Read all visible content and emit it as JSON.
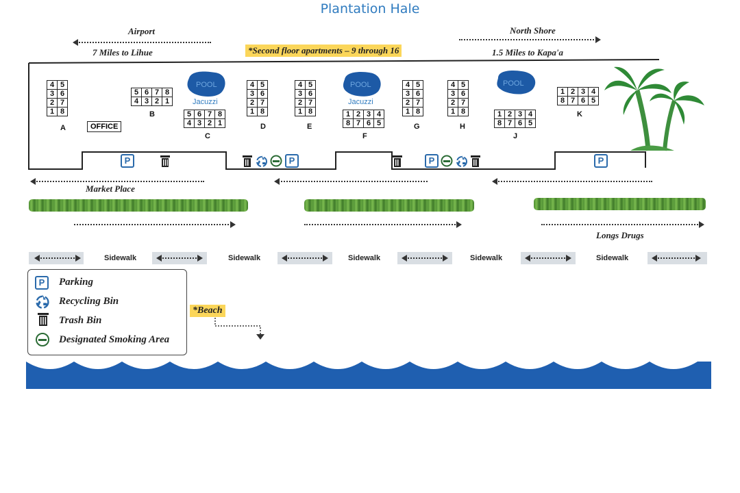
{
  "title": "Plantation Hale",
  "directions": {
    "airport": "Airport",
    "miles_lihue": "7 Miles to Lihue",
    "north_shore": "North Shore",
    "miles_kapaa": "1.5 Miles to Kapa'a",
    "second_floor": "*Second floor apartments – 9 through 16",
    "market_place": "Market Place",
    "longs_drugs": "Longs Drugs",
    "beach": "*Beach"
  },
  "buildings": [
    {
      "label": "A",
      "rows": [
        [
          "4",
          "5"
        ],
        [
          "3",
          "6"
        ],
        [
          "2",
          "7"
        ],
        [
          "1",
          "8"
        ]
      ]
    },
    {
      "label": "B",
      "rows": [
        [
          "5",
          "6",
          "7",
          "8"
        ],
        [
          "4",
          "3",
          "2",
          "1"
        ]
      ]
    },
    {
      "label": "C",
      "rows": [
        [
          "5",
          "6",
          "7",
          "8"
        ],
        [
          "4",
          "3",
          "2",
          "1"
        ]
      ]
    },
    {
      "label": "D",
      "rows": [
        [
          "4",
          "5"
        ],
        [
          "3",
          "6"
        ],
        [
          "2",
          "7"
        ],
        [
          "1",
          "8"
        ]
      ]
    },
    {
      "label": "E",
      "rows": [
        [
          "4",
          "5"
        ],
        [
          "3",
          "6"
        ],
        [
          "2",
          "7"
        ],
        [
          "1",
          "8"
        ]
      ]
    },
    {
      "label": "F",
      "rows": [
        [
          "1",
          "2",
          "3",
          "4"
        ],
        [
          "8",
          "7",
          "6",
          "5"
        ]
      ]
    },
    {
      "label": "G",
      "rows": [
        [
          "4",
          "5"
        ],
        [
          "3",
          "6"
        ],
        [
          "2",
          "7"
        ],
        [
          "1",
          "8"
        ]
      ]
    },
    {
      "label": "H",
      "rows": [
        [
          "4",
          "5"
        ],
        [
          "3",
          "6"
        ],
        [
          "2",
          "7"
        ],
        [
          "1",
          "8"
        ]
      ]
    },
    {
      "label": "J",
      "rows": [
        [
          "1",
          "2",
          "3",
          "4"
        ],
        [
          "8",
          "7",
          "6",
          "5"
        ]
      ]
    },
    {
      "label": "K",
      "rows": [
        [
          "1",
          "2",
          "3",
          "4"
        ],
        [
          "8",
          "7",
          "6",
          "5"
        ]
      ]
    }
  ],
  "office": "OFFICE",
  "pool_label": "POOL",
  "jacuzzi_label": "Jacuzzi",
  "parking_letter": "P",
  "sidewalk_label": "Sidewalk",
  "legend": {
    "parking": "Parking",
    "recycling": "Recycling Bin",
    "trash": "Trash Bin",
    "smoking": "Designated Smoking Area"
  },
  "colors": {
    "title": "#2f7bbf",
    "ocean": "#1f5fb0",
    "pool": "#1d5aa6",
    "highlight": "#fbd65a",
    "hedge": "#5a9a3c"
  }
}
